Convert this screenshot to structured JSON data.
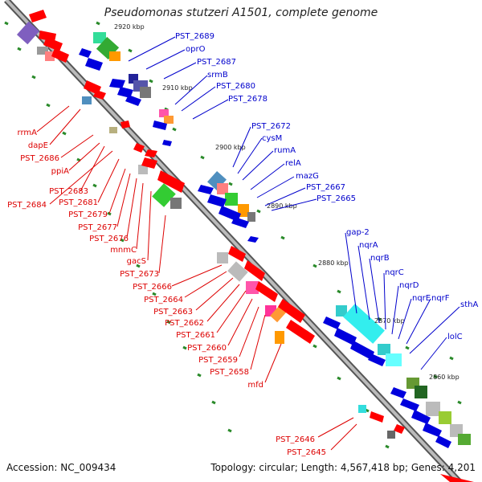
{
  "title": "Pseudomonas stutzeri A1501, complete genome",
  "footer": {
    "accession": "Accession: NC_009434",
    "summary": "Topology: circular; Length: 4,567,418 bp; Genes: 4,201"
  },
  "colors": {
    "backbone": "#888888",
    "forward_gene": "#ff0000",
    "reverse_gene": "#0000dd",
    "label_forward": "#dd0000",
    "label_reverse": "#0000cc",
    "tick_marks": "#2a8a2a"
  },
  "scale_labels": [
    "2920 kbp",
    "2910 kbp",
    "2900 kbp",
    "2890 kbp",
    "2880 kbp",
    "2870 kbp",
    "2860 kbp"
  ],
  "reverse_strand_labels": [
    "PST_2689",
    "oprO",
    "PST_2687",
    "srmB",
    "PST_2680",
    "PST_2678",
    "PST_2672",
    "cysM",
    "rumA",
    "relA",
    "mazG",
    "PST_2667",
    "PST_2665",
    "gap-2",
    "nqrA",
    "nqrB",
    "nqrC",
    "nqrD",
    "nqrE",
    "nqrF",
    "sthA",
    "lolC"
  ],
  "forward_strand_labels": [
    "rrmA",
    "dapE",
    "PST_2686",
    "ppiA",
    "PST_2683",
    "PST_2684",
    "PST_2681",
    "PST_2679",
    "PST_2677",
    "PST_2676",
    "mnmC",
    "gacS",
    "PST_2673",
    "PST_2666",
    "PST_2664",
    "PST_2663",
    "PST_2662",
    "PST_2661",
    "PST_2660",
    "PST_2659",
    "PST_2658",
    "mfd",
    "PST_2646",
    "PST_2645"
  ]
}
